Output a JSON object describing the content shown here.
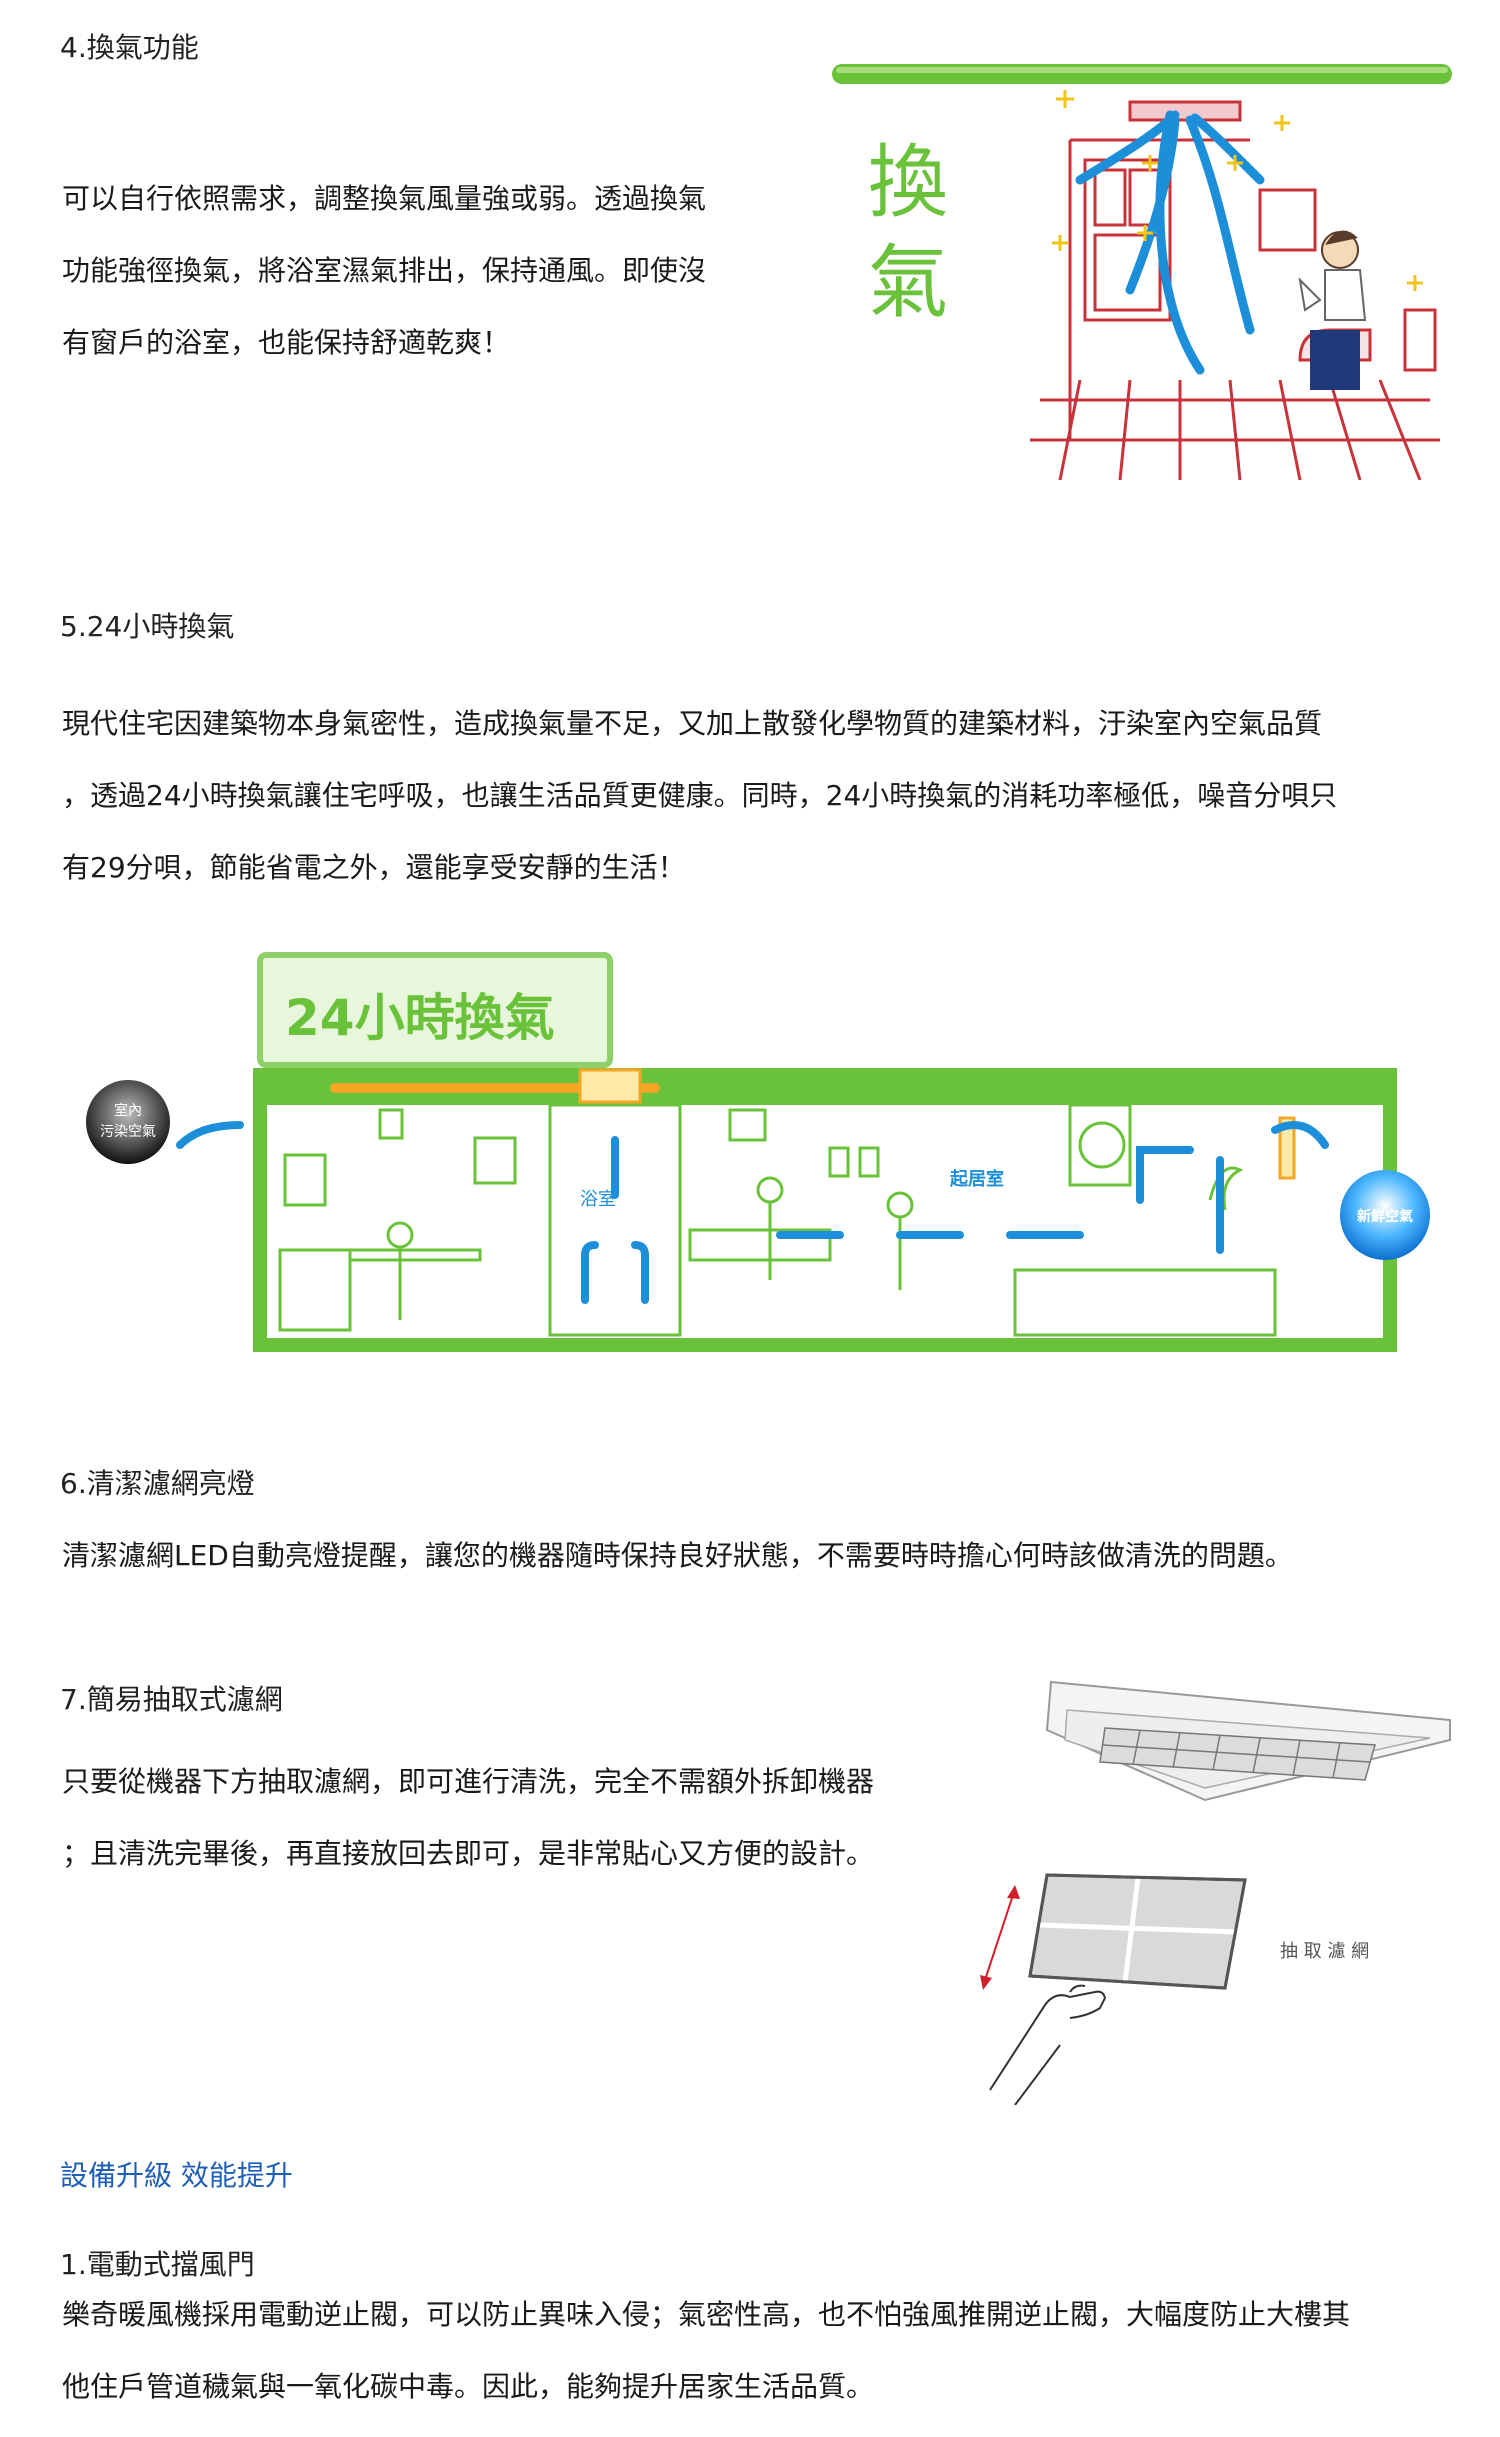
{
  "s4": {
    "heading": "4.換氣功能",
    "lines": [
      "可以自行依照需求，調整換氣風量強或弱。透過換氣",
      "功能強徑換氣，將浴室濕氣排出，保持通風。即使沒",
      "有窗戶的浴室，也能保持舒適乾爽！"
    ],
    "figure_label_1": "換",
    "figure_label_2": "氣"
  },
  "s5": {
    "heading": "5.24小時換氣",
    "lines": [
      "現代住宅因建築物本身氣密性，造成換氣量不足，又加上散發化學物質的建築材料，汙染室內空氣品質",
      "，透過24小時換氣讓住宅呼吸，也讓生活品質更健康。同時，24小時換氣的消耗功率極低，噪音分唄只",
      "有29分唄，節能省電之外，還能享受安靜的生活！"
    ],
    "figure": {
      "title": "24小時換氣",
      "polluted_air_1": "室內",
      "polluted_air_2": "污染空氣",
      "bathroom": "浴室",
      "living_room": "起居室",
      "fresh_air": "新鮮空氣"
    }
  },
  "s6": {
    "heading": "6.清潔濾網亮燈",
    "line": "清潔濾網LED自動亮燈提醒，讓您的機器隨時保持良好狀態，不需要時時擔心何時該做清洗的問題。"
  },
  "s7": {
    "heading": "7.簡易抽取式濾網",
    "lines": [
      "只要從機器下方抽取濾網，即可進行清洗，完全不需額外拆卸機器",
      "；且清洗完畢後，再直接放回去即可，是非常貼心又方便的設計。"
    ],
    "figure_label": "抽 取 濾 網"
  },
  "upgrade": {
    "title": "設備升級 效能提升",
    "heading": "1.電動式擋風門",
    "lines": [
      "樂奇暖風機採用電動逆止閥，可以防止異味入侵；氣密性高，也不怕強風推開逆止閥，大幅度防止大樓其",
      "他住戶管道穢氣與一氧化碳中毒。因此，能夠提升居家生活品質。"
    ]
  },
  "colors": {
    "green": "#6ac23b",
    "light_green": "#a7dd7b",
    "blue_text": "#1f5fb8",
    "arrow_blue": "#1d8fd9",
    "room_red": "#c8333a"
  }
}
